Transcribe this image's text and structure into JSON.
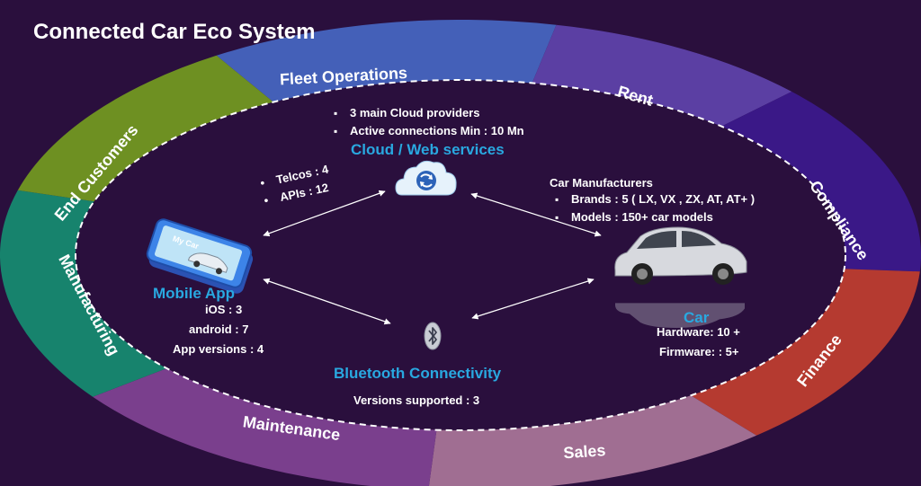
{
  "title": "Connected Car Eco System",
  "segments": [
    {
      "label": "Fleet Operations",
      "color": "#4460b8"
    },
    {
      "label": "Rent",
      "color": "#5b3fa3"
    },
    {
      "label": "Compliance",
      "color": "#3a1887"
    },
    {
      "label": "Finance",
      "color": "#b53a30"
    },
    {
      "label": "Sales",
      "color": "#a06e92"
    },
    {
      "label": "Maintenance",
      "color": "#7a3f8d"
    },
    {
      "label": "Manufacturing",
      "color": "#17836d"
    },
    {
      "label": "End Customers",
      "color": "#6e9022"
    }
  ],
  "cloud": {
    "heading": "Cloud / Web services",
    "bullets": [
      "3 main Cloud providers",
      "Active connections  Min : 10 Mn"
    ],
    "icon": "cloud-refresh-icon"
  },
  "car": {
    "intro": "Car Manufacturers",
    "bullets": [
      "Brands : 5 ( LX, VX , ZX,  AT, AT+ )",
      "Models : 150+  car models"
    ],
    "heading": "Car",
    "stats": [
      "Hardware: 10 +",
      "Firmware: : 5+"
    ],
    "icon": "car-icon"
  },
  "mobile": {
    "heading": "Mobile App",
    "screen_label": "My Car",
    "stats": [
      "iOS : 3",
      "android : 7",
      "App versions : 4"
    ],
    "telco": [
      "Telcos : 4",
      "APIs : 12"
    ],
    "icon": "smartphone-icon"
  },
  "bluetooth": {
    "heading": "Bluetooth Connectivity",
    "stat": "Versions supported  :  3",
    "icon": "bluetooth-icon"
  },
  "colors": {
    "background": "#2a0f3d",
    "accent": "#29a8e0",
    "text": "#ffffff"
  }
}
